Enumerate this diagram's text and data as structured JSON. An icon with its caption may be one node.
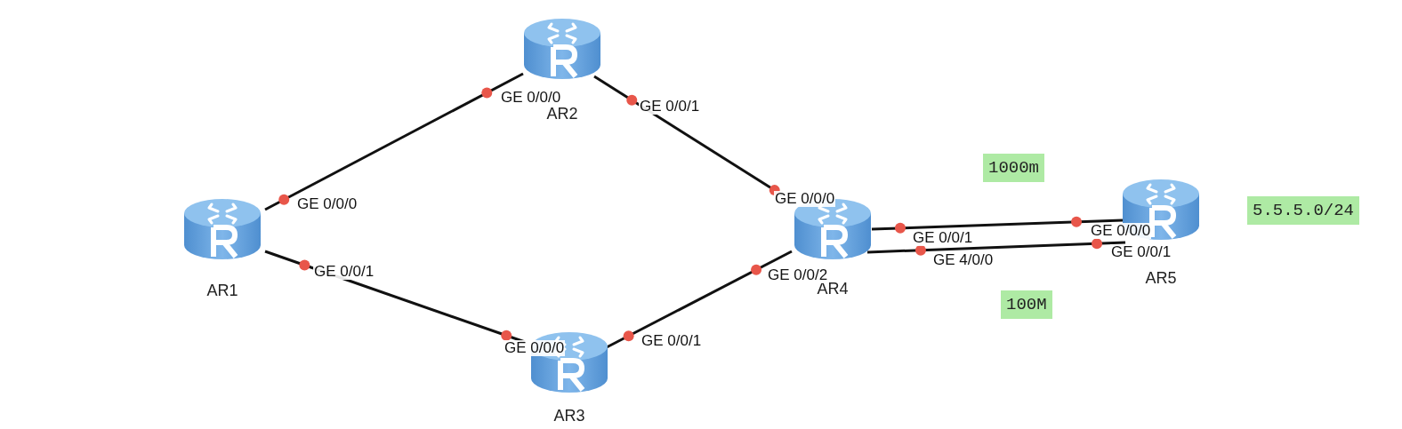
{
  "diagram": {
    "nodes": [
      {
        "text": [
          "AR1"
        ]
      },
      {
        "text": [
          "AR2"
        ]
      },
      {
        "text": [
          "AR3"
        ]
      },
      {
        "text": [
          "AR4"
        ]
      },
      {
        "text": [
          "AR5"
        ]
      },
      {
        "text": [
          "1000m"
        ]
      },
      {
        "text": [
          "5.5.5.0/24"
        ]
      },
      {
        "text": [
          "100M"
        ]
      }
    ],
    "edges": [
      {
        "from": 0,
        "to": 1,
        "arrow": "none"
      },
      {
        "from": 1,
        "to": 3,
        "arrow": "none"
      },
      {
        "from": 0,
        "to": 2,
        "arrow": "none"
      },
      {
        "from": 2,
        "to": 3,
        "arrow": "none"
      },
      {
        "from": 3,
        "to": 4,
        "arrow": "none"
      },
      {
        "from": 3,
        "to": 4,
        "arrow": "none"
      }
    ],
    "labels": [
      "GE 0/0/0",
      "GE 0/0/1",
      "GE 0/0/0",
      "GE 0/0/0",
      "GE 0/0/0",
      "GE 0/0/1",
      "GE 0/0/1",
      "GE 4/0/0",
      "GE 0/0/1",
      "GE 0/0/2",
      "GE 0/0/1",
      "GE 0/0/0"
    ]
  }
}
